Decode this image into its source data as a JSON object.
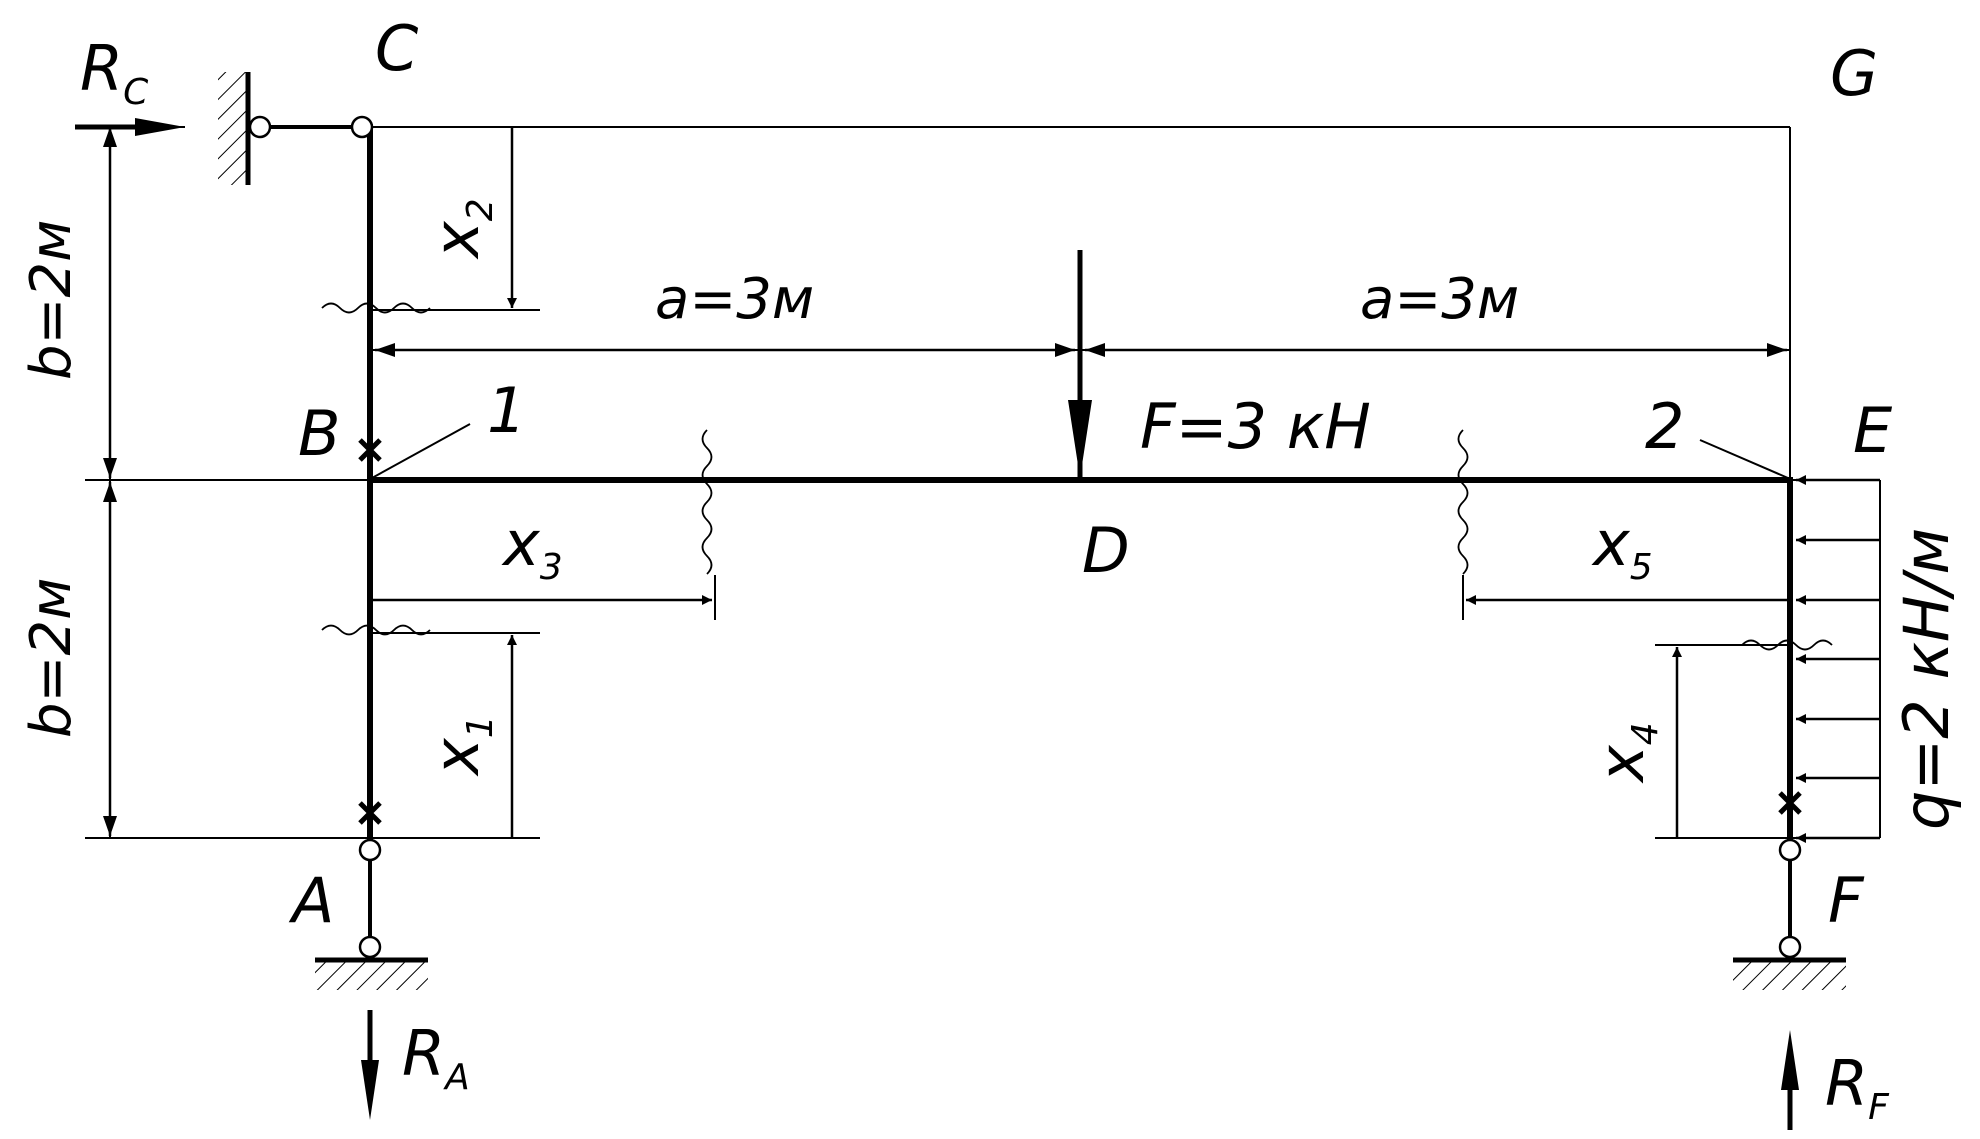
{
  "points": {
    "A": "A",
    "B": "B",
    "C": "C",
    "D": "D",
    "E": "E",
    "F": "F",
    "G": "G"
  },
  "node_labels": {
    "n1": "1",
    "n2": "2"
  },
  "reactions": {
    "RC": {
      "main": "R",
      "sub": "C"
    },
    "RA": {
      "main": "R",
      "sub": "A"
    },
    "RF": {
      "main": "R",
      "sub": "F"
    }
  },
  "loads": {
    "force": "F=3 кН",
    "distributed": "q=2 кН/м"
  },
  "dimensions": {
    "a_left": "a=3м",
    "a_right": "a=3м",
    "b_top": "b=2м",
    "b_bottom": "b=2м"
  },
  "coordinates": {
    "x1": {
      "main": "x",
      "sub": "1"
    },
    "x2": {
      "main": "x",
      "sub": "2"
    },
    "x3": {
      "main": "x",
      "sub": "3"
    },
    "x4": {
      "main": "x",
      "sub": "4"
    },
    "x5": {
      "main": "x",
      "sub": "5"
    }
  },
  "colors": {
    "stroke": "#000000",
    "background": "#ffffff"
  }
}
